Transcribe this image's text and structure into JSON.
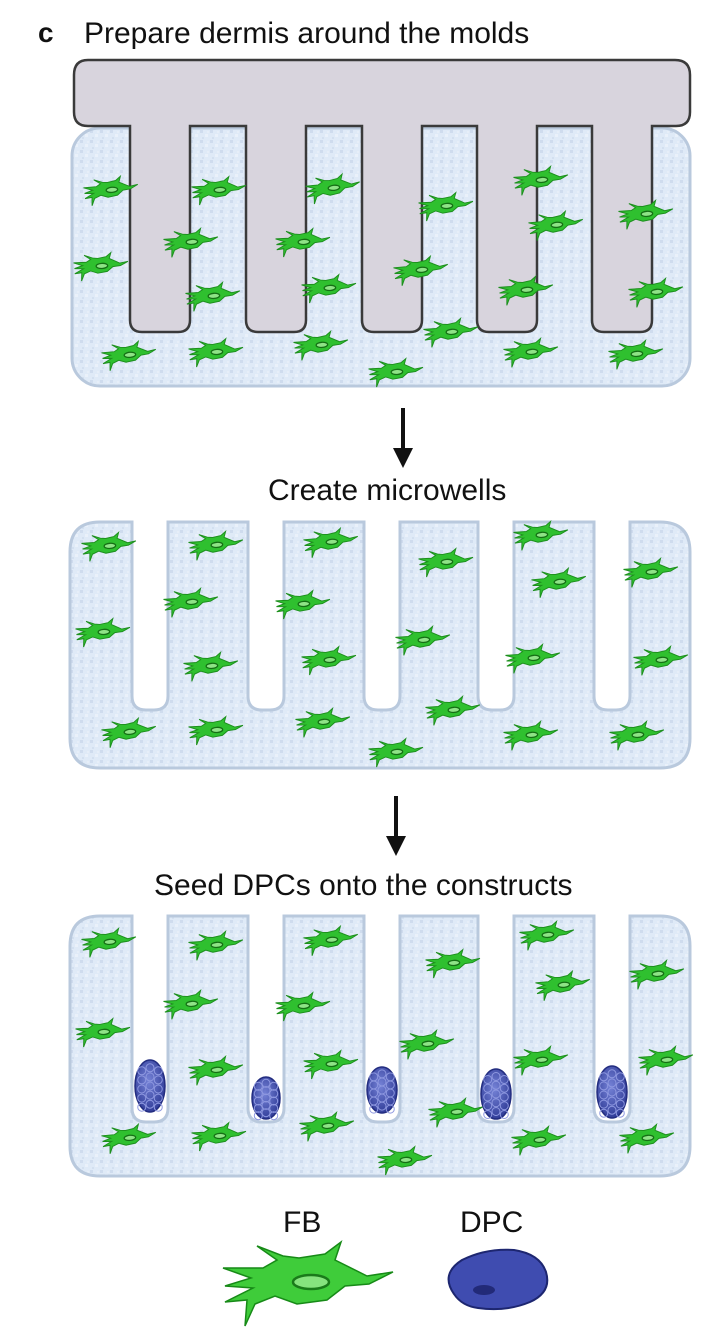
{
  "panel_letter": "c",
  "steps": [
    {
      "label": "Prepare dermis around the molds"
    },
    {
      "label": "Create microwells"
    },
    {
      "label": "Seed DPCs onto the constructs"
    }
  ],
  "legend": {
    "fb": {
      "label": "FB",
      "icon": "fibroblast-cell-icon"
    },
    "dpc": {
      "label": "DPC",
      "icon": "dermal-papilla-cell-icon"
    }
  },
  "colors": {
    "gel": "#dde9f6",
    "gel_edge": "#b6c7dc",
    "mold": "#d8d4dd",
    "mold_edge": "#3a3a3a",
    "fibroblast": "#2fc02f",
    "fibroblast_dark": "#1d8f1d",
    "dpc": "#3c49a8",
    "dpc_light": "#6f7bd0",
    "arrow": "#111111"
  }
}
